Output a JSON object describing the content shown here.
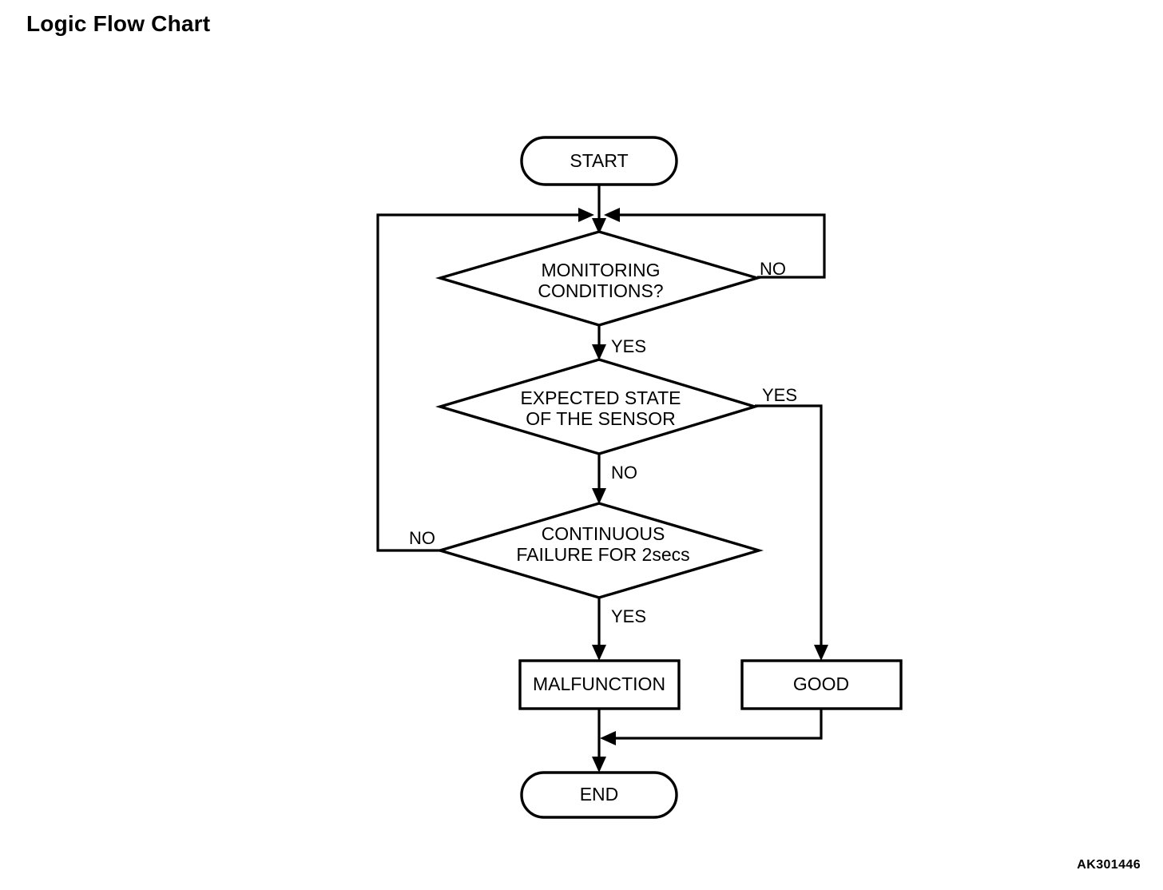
{
  "page": {
    "title": "Logic Flow Chart",
    "figure_code": "AK301446",
    "background_color": "#ffffff",
    "line_color": "#000000"
  },
  "chart_data": {
    "type": "diagram",
    "diagram_kind": "flowchart",
    "title": "Logic Flow Chart",
    "orientation": "top-to-bottom",
    "nodes": [
      {
        "id": "start",
        "label": "START",
        "shape": "stadium"
      },
      {
        "id": "junction",
        "label": "",
        "shape": "junction"
      },
      {
        "id": "monitoring",
        "label": "MONITORING CONDITIONS?",
        "label_line1": "MONITORING",
        "label_line2": "CONDITIONS?",
        "shape": "diamond"
      },
      {
        "id": "expected",
        "label": "EXPECTED STATE OF THE SENSOR",
        "label_line1": "EXPECTED STATE",
        "label_line2": "OF THE SENSOR",
        "shape": "diamond"
      },
      {
        "id": "continuous",
        "label": "CONTINUOUS FAILURE FOR 2secs",
        "label_line1": "CONTINUOUS",
        "label_line2": "FAILURE FOR 2secs",
        "shape": "diamond"
      },
      {
        "id": "malfunction",
        "label": "MALFUNCTION",
        "shape": "rectangle"
      },
      {
        "id": "good",
        "label": "GOOD",
        "shape": "rectangle"
      },
      {
        "id": "end",
        "label": "END",
        "shape": "stadium"
      }
    ],
    "edges": [
      {
        "from": "start",
        "to": "junction",
        "label": ""
      },
      {
        "from": "junction",
        "to": "monitoring",
        "label": ""
      },
      {
        "from": "monitoring",
        "to": "junction",
        "label": "NO",
        "label_position": "right",
        "route": "right-up-left"
      },
      {
        "from": "monitoring",
        "to": "expected",
        "label": "YES",
        "label_position": "below"
      },
      {
        "from": "expected",
        "to": "good",
        "label": "YES",
        "label_position": "right",
        "route": "right-down"
      },
      {
        "from": "expected",
        "to": "continuous",
        "label": "NO",
        "label_position": "below"
      },
      {
        "from": "continuous",
        "to": "junction",
        "label": "NO",
        "label_position": "left",
        "route": "left-up-right"
      },
      {
        "from": "continuous",
        "to": "malfunction",
        "label": "YES",
        "label_position": "below"
      },
      {
        "from": "malfunction",
        "to": "end",
        "label": ""
      },
      {
        "from": "good",
        "to": "end",
        "label": "",
        "route": "down-left-merge"
      }
    ],
    "edge_labels": [
      "NO",
      "YES",
      "YES",
      "NO",
      "NO",
      "YES"
    ]
  },
  "labels": {
    "start": "START",
    "end": "END",
    "malfunction": "MALFUNCTION",
    "good": "GOOD",
    "monitoring_line1": "MONITORING",
    "monitoring_line2": "CONDITIONS?",
    "expected_line1": "EXPECTED STATE",
    "expected_line2": "OF THE SENSOR",
    "continuous_line1": "CONTINUOUS",
    "continuous_line2": "FAILURE FOR 2secs",
    "no_monitoring": "NO",
    "yes_monitoring": "YES",
    "yes_expected": "YES",
    "no_expected": "NO",
    "no_continuous": "NO",
    "yes_continuous": "YES"
  }
}
